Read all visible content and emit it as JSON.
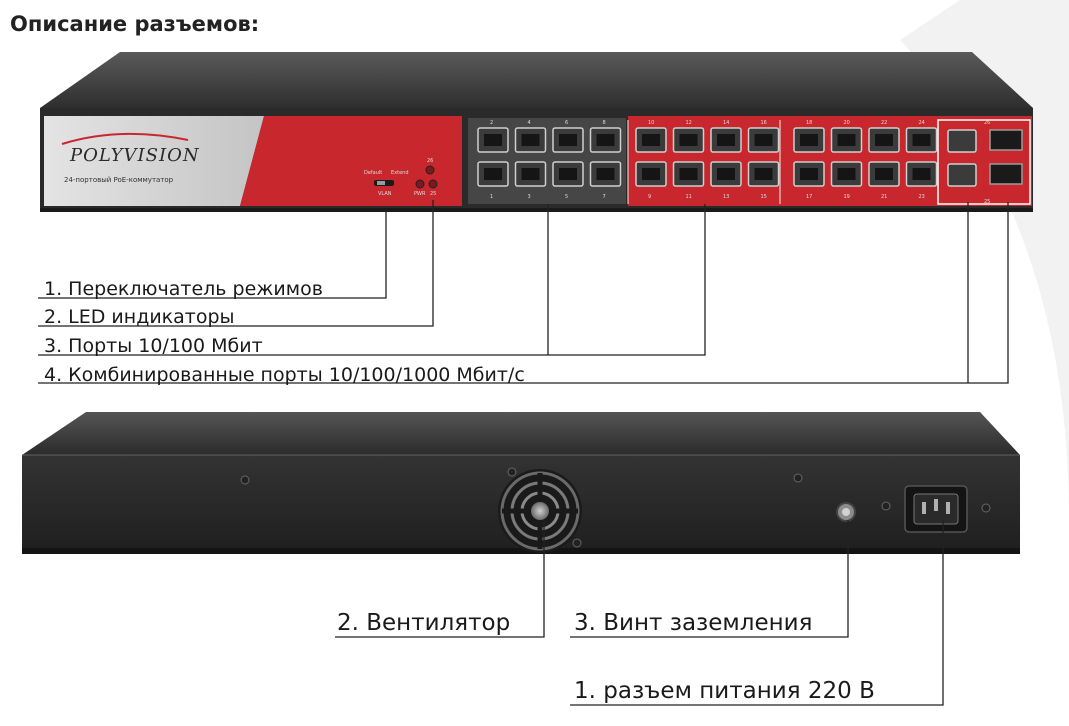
{
  "title": "Описание разъемов:",
  "front_panel": {
    "brand": "POLYVISION",
    "subtitle": "24-портовый PoE-коммутатор",
    "switch_labels": {
      "left": "Default",
      "right": "Extend",
      "bottom": "VLAN"
    },
    "led_labels": {
      "top": "26",
      "pwr": "PWR",
      "p25": "25"
    },
    "port_numbers_top": [
      "2",
      "4",
      "6",
      "8",
      "10",
      "12",
      "14",
      "16",
      "18",
      "20",
      "22",
      "24"
    ],
    "port_numbers_bottom": [
      "1",
      "3",
      "5",
      "7",
      "9",
      "11",
      "13",
      "15",
      "17",
      "19",
      "21",
      "23"
    ],
    "combo_numbers": {
      "top": "26",
      "bottom": "25"
    },
    "callouts": [
      "1. Переключатель режимов",
      "2. LED индикаторы",
      "3. Порты 10/100 Мбит",
      "4. Комбинированные порты 10/100/1000 Мбит/с"
    ]
  },
  "rear_panel": {
    "callouts": {
      "fan": "2. Вентилятор",
      "ground": "3. Винт заземления",
      "power": "1. разъем питания 220 В"
    }
  },
  "colors": {
    "accent_red": "#c8282d",
    "chassis": "#3a3a3a",
    "panel_gray": "#d4d4d4"
  }
}
